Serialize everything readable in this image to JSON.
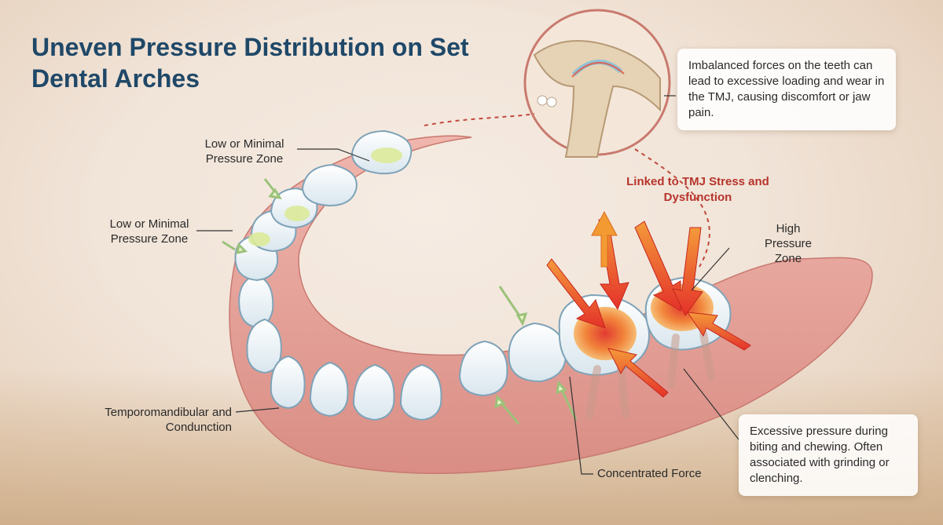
{
  "title": "Uneven Pressure Distribution on Set Dental Arches",
  "labels": {
    "low_zone_top": "Low or Minimal Pressure Zone",
    "low_zone_left": "Low or Minimal Pressure Zone",
    "temporomandibular": "Temporomandibular and Condunction",
    "concentrated_force": "Concentrated Force",
    "high_pressure": "High Pressure Zone",
    "tmj_link": "Linked to TMJ Stress and Dysfunction"
  },
  "callouts": {
    "tmj_text": "Imbalanced forces on the teeth can lead to excessive loading and wear in the TMJ, causing discomfort or jaw pain.",
    "pressure_text": "Excessive pressure during biting and chewing. Often associated with grinding or clenching."
  },
  "colors": {
    "title": "#1f4868",
    "accent_red": "#b7342b",
    "high_pressure": "#e8452e",
    "low_pressure": "#dcea9a",
    "gum": "#e8a59d",
    "tooth": "#eef3f6"
  },
  "icons": {
    "low_pressure_arrow": "light-green-arrow",
    "high_pressure_arrow": "red-orange-arrow",
    "joint": "tmj-joint-illustration"
  }
}
